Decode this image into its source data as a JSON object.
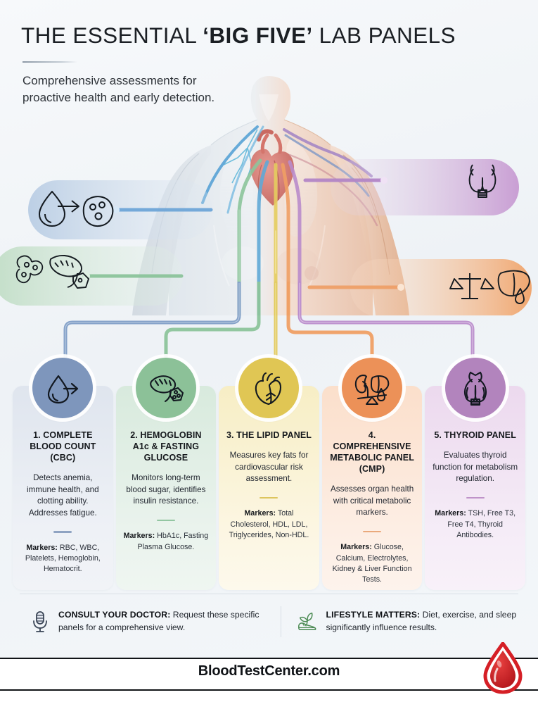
{
  "header": {
    "title_pre": "THE ESSENTIAL ",
    "title_em": "‘BIG FIVE’",
    "title_post": " LAB PANELS",
    "subtitle": "Comprehensive assessments for proactive health and early detection."
  },
  "anatomy": {
    "alt": "human torso with circulatory system illustration",
    "pills": [
      {
        "name": "cbc-pill",
        "icons": [
          "blood-drop-arrow-icon",
          "blood-cells-icon"
        ],
        "color": "#7c9bc4"
      },
      {
        "name": "glucose-pill",
        "icons": [
          "cells-cluster-icon",
          "pancreas-icon"
        ],
        "color": "#8cc09a"
      },
      {
        "name": "thyroid-pill",
        "icons": [
          "thyroid-gland-icon"
        ],
        "color": "#b787c4"
      },
      {
        "name": "cmp-pill",
        "icons": [
          "balance-scale-icon",
          "liver-icon"
        ],
        "color": "#ea9a5e"
      }
    ]
  },
  "cards": [
    {
      "id": "cbc",
      "title": "1. COMPLETE BLOOD COUNT (CBC)",
      "desc": "Detects anemia, immune health, and clotting ability. Addresses fatigue.",
      "markers_label": "Markers:",
      "markers": " RBC, WBC, Platelets, Hemoglobin, Hematocrit.",
      "icon": "blood-drop-arrow-icon",
      "circle_color": "#7e96bc",
      "bg_top": "#dfe5ee",
      "bg_bottom": "#eef1f6",
      "sep_color": "#8fa3c2"
    },
    {
      "id": "hba1c",
      "title": "2. HEMOGLOBIN A1c & FASTING GLUCOSE",
      "desc": "Monitors long-term blood sugar, identifies insulin resistance.",
      "markers_label": "Markers:",
      "markers": " HbA1c, Fasting Plasma Glucose.",
      "icon": "pancreas-icon",
      "circle_color": "#8cc198",
      "bg_top": "#d8eadd",
      "bg_bottom": "#eef5f0",
      "sep_color": "#93c6a2"
    },
    {
      "id": "lipid",
      "title": "3. THE LIPID PANEL",
      "desc": "Measures key fats for cardiovascular risk assessment.",
      "markers_label": "Markers:",
      "markers": " Total Cholesterol, HDL, LDL, Triglycerides, Non-HDL.",
      "icon": "heart-icon",
      "circle_color": "#e0c654",
      "bg_top": "#f8eec4",
      "bg_bottom": "#fdf8e6",
      "sep_color": "#ddc濃"
    },
    {
      "id": "cmp",
      "title": "4. COMPREHENSIVE METABOLIC PANEL (CMP)",
      "desc": "Assesses organ health with critical metabolic markers.",
      "markers_label": "Markers:",
      "markers": " Glucose, Calcium, Electrolytes, Kidney & Liver Function Tests.",
      "icon": "kidney-liver-scale-icon",
      "circle_color": "#ec9158",
      "bg_top": "#fbdfcb",
      "bg_bottom": "#fdf1e9",
      "sep_color": "#eaa97c"
    },
    {
      "id": "thyroid",
      "title": "5. THYROID PANEL",
      "desc": "Evaluates thyroid function for metabolism regulation.",
      "markers_label": "Markers:",
      "markers": " TSH, Free T3, Free T4, Thyroid Antibodies.",
      "icon": "thyroid-gland-icon",
      "circle_color": "#b284bd",
      "bg_top": "#ecd9ee",
      "bg_bottom": "#f7eef8",
      "sep_color": "#bf93c9"
    }
  ],
  "notes": [
    {
      "id": "consult",
      "icon": "microphone-icon",
      "label": "CONSULT YOUR DOCTOR:",
      "text": " Request these specific panels for a comprehensive view."
    },
    {
      "id": "lifestyle",
      "icon": "sneaker-leaf-icon",
      "label": "LIFESTYLE MATTERS:",
      "text": " Diet, exercise, and sleep significantly influence results."
    }
  ],
  "footer": {
    "brand": "BloodTestCenter.com",
    "logo": "blood-drop-logo",
    "logo_color": "#d51f26"
  }
}
